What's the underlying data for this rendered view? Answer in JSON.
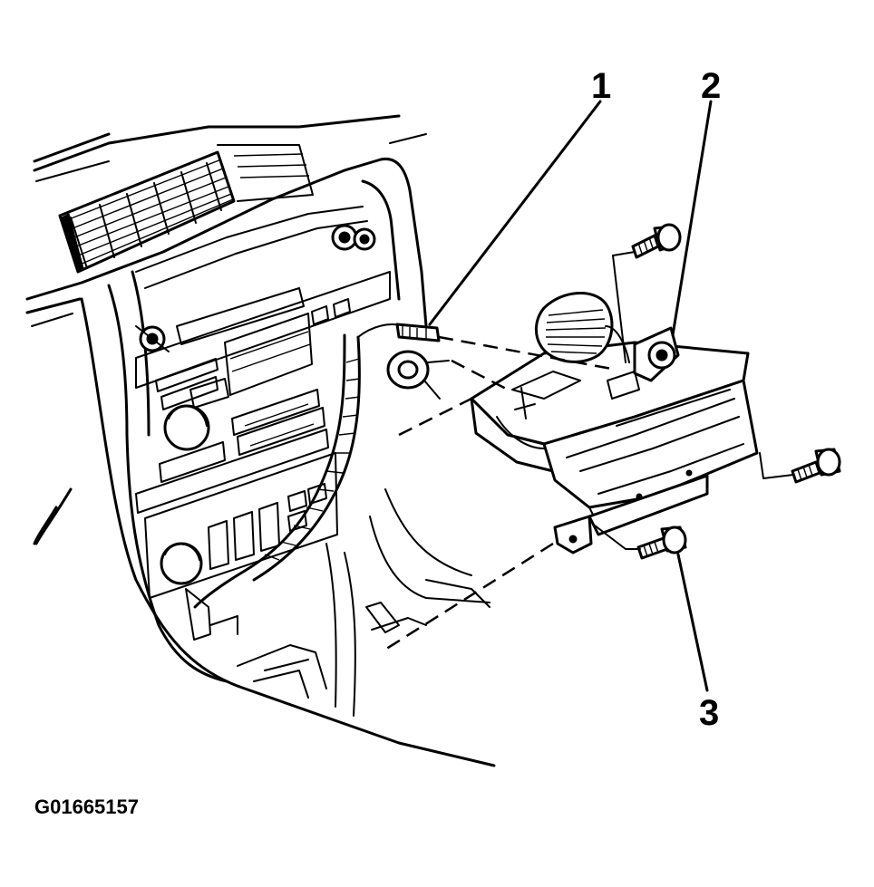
{
  "figure": {
    "callouts": [
      {
        "id": "1",
        "label": "1"
      },
      {
        "id": "2",
        "label": "2"
      },
      {
        "id": "3",
        "label": "3"
      }
    ],
    "figure_id": "G01665157"
  }
}
